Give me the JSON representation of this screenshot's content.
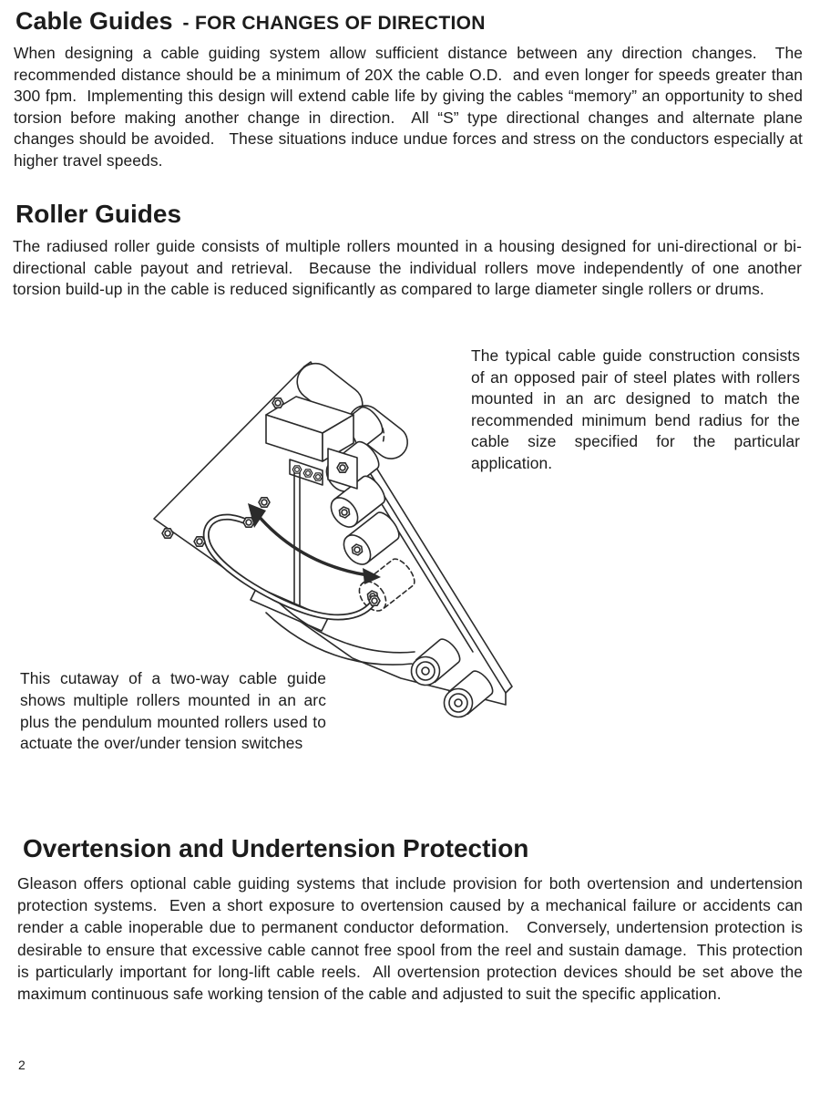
{
  "page": {
    "number": "2",
    "background_color": "#ffffff",
    "text_color": "#1c1c1c",
    "line_color": "#2b2b2b"
  },
  "sections": {
    "cable_guides": {
      "title": "Cable Guides",
      "title_suffix": "- FOR CHANGES OF DIRECTION",
      "body": "When designing a cable guiding system allow sufficient distance between any direction changes.  The recommended distance should be a minimum of 20X the cable O.D.  and even longer for speeds greater than 300 fpm.  Implementing this design will extend cable life by giving the cables “memory” an opportunity to shed torsion before making another change in direction.  All “S” type directional changes and alternate plane changes should be avoided.   These situations induce undue forces and stress on the conductors especially at higher travel speeds."
    },
    "roller_guides": {
      "title": "Roller Guides",
      "body": "The radiused roller guide consists of multiple rollers mounted in a housing designed for uni-directional or bi-directional cable payout and retrieval.  Because the individual rollers move independently of one another torsion build-up in the cable is reduced significantly as compared to large diameter single rollers or drums."
    },
    "figure": {
      "name": "cutaway-two-way-cable-guide-illustration",
      "side_text": "The typical cable guide construction consists of an opposed pair of steel plates with rollers mounted in an arc designed to match the recommended minimum bend radius for the cable size specified for the particular application.",
      "caption": "This cutaway of a two-way cable guide shows multiple rollers mounted in an arc plus the pendulum mounted rollers used to actuate the over/under tension switches"
    },
    "overtension": {
      "title": "Overtension and Undertension Protection",
      "body": "Gleason offers optional cable guiding systems that include provision for both overtension and undertension protection systems.  Even a short exposure to overtension caused by a mechanical failure or accidents can render a cable inoperable due to permanent conductor deformation.   Conversely, undertension protection is desirable to ensure that excessive cable cannot free spool from the reel and sustain damage.  This protection is particularly important for long-lift cable reels.  All overtension protection devices should be set above the maximum continuous safe working tension of the cable and adjusted to suit the specific application."
    }
  }
}
